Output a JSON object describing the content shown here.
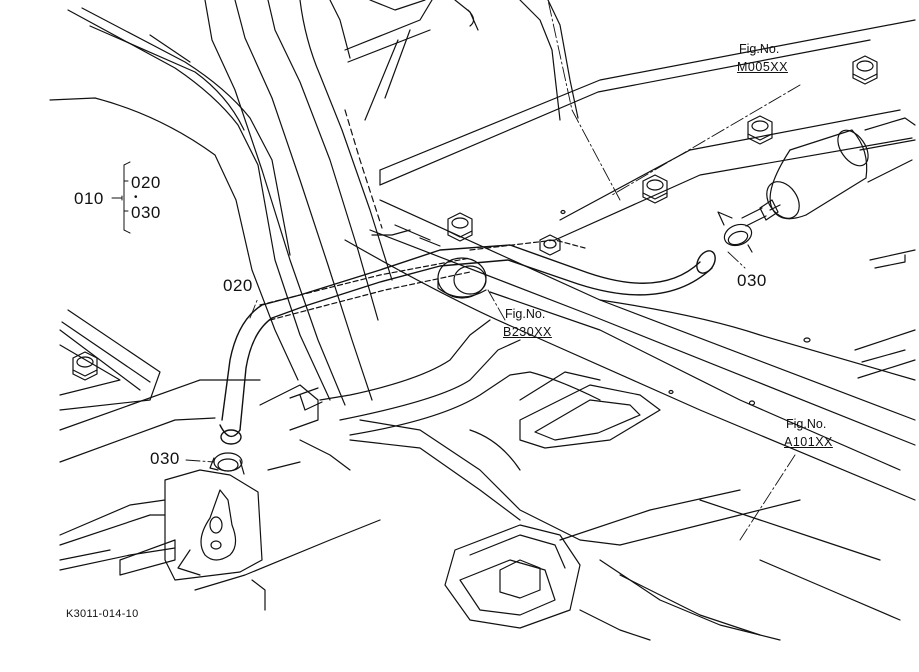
{
  "diagram": {
    "code": "K3011-014-10",
    "group_label": {
      "parent": "010",
      "children": [
        "020",
        "030"
      ]
    },
    "parts": [
      {
        "no": "020"
      },
      {
        "no": "030"
      },
      {
        "no": "030"
      }
    ],
    "figure_refs": [
      {
        "prefix": "Fig.No.",
        "ref": "M005XX"
      },
      {
        "prefix": "Fig.No.",
        "ref": "B230XX"
      },
      {
        "prefix": "Fig.No.",
        "ref": "A101XX"
      }
    ]
  }
}
